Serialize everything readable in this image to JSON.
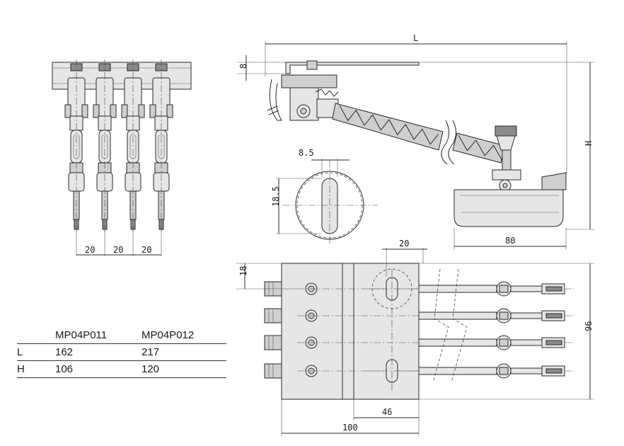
{
  "drawing": {
    "front_view": {
      "pitch_labels": [
        "20",
        "20",
        "20"
      ]
    },
    "side_view": {
      "length_label": "L",
      "height_label": "H",
      "thickness_label": "8",
      "hole_width_label": "8.5",
      "hole_height_label": "18.5",
      "collector_width_label": "80"
    },
    "plan_view": {
      "hole_pitch_label": "20",
      "edge_offset_label": "18",
      "total_height_label": "96",
      "hole_offset_label": "46",
      "width_label": "100"
    }
  },
  "spec_table": {
    "columns": [
      "",
      "MP04P011",
      "MP04P012"
    ],
    "rows": [
      {
        "label": "L",
        "values": [
          "162",
          "217"
        ]
      },
      {
        "label": "H",
        "values": [
          "106",
          "120"
        ]
      }
    ]
  }
}
